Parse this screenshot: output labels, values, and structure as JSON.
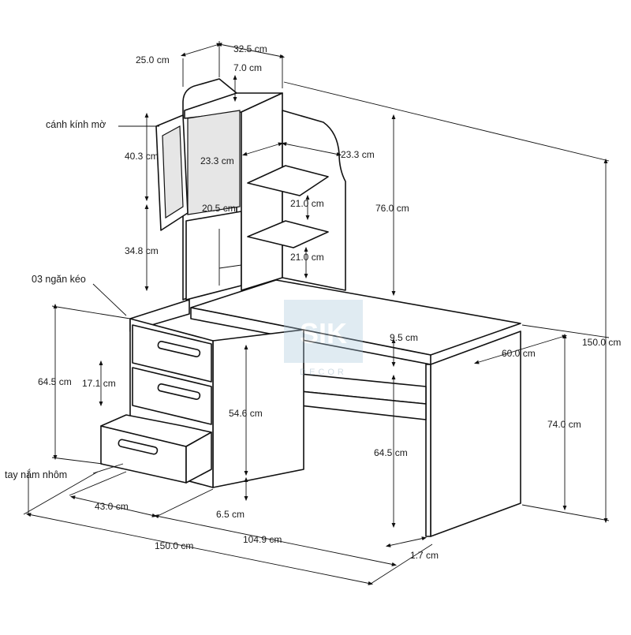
{
  "labels": {
    "glass_door": "cánh kính mờ",
    "drawers": "03 ngăn kéo",
    "handle": "tay nắm nhôm"
  },
  "dimensions": {
    "top_left_depth": "25.0 cm",
    "top_width": "32.5 cm",
    "top_shelf": "7.0 cm",
    "door_height": "40.3 cm",
    "shelf_width_left": "23.3 cm",
    "shelf_width_right": "23.3 cm",
    "inner_depth": "20.5 cm",
    "shelf_gap_1": "21.0 cm",
    "shelf_gap_2": "21.0 cm",
    "hutch_height": "76.0 cm",
    "lower_hutch": "34.8 cm",
    "total_height": "150.0 cm",
    "drawer_cabinet_height": "64.5 cm",
    "drawer_height": "17.1 cm",
    "cabinet_inner": "54.6 cm",
    "apron": "9.5 cm",
    "desk_depth": "60.0 cm",
    "desk_height": "74.0 cm",
    "leg_height": "64.5 cm",
    "cabinet_width": "43.0 cm",
    "plinth": "6.5 cm",
    "desk_width": "104.9 cm",
    "total_width": "150.0 cm",
    "panel_thickness": "1.7 cm"
  },
  "watermark": {
    "logo": "SIK",
    "sub": "DECOR"
  }
}
